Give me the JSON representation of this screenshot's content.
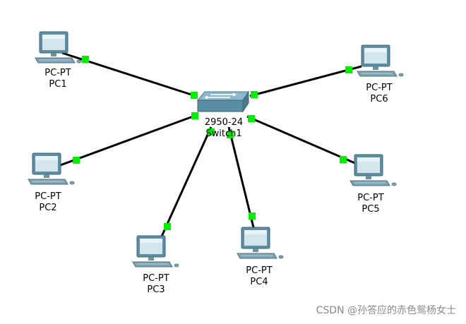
{
  "devices": [
    {
      "model": "PC-PT",
      "name": "PC1"
    },
    {
      "model": "PC-PT",
      "name": "PC2"
    },
    {
      "model": "PC-PT",
      "name": "PC3"
    },
    {
      "model": "PC-PT",
      "name": "PC4"
    },
    {
      "model": "PC-PT",
      "name": "PC5"
    },
    {
      "model": "PC-PT",
      "name": "PC6"
    },
    {
      "model": "2950-24",
      "name": "Switch1"
    }
  ],
  "links": [
    {
      "from": "PC1",
      "to": "Switch1"
    },
    {
      "from": "PC2",
      "to": "Switch1"
    },
    {
      "from": "PC3",
      "to": "Switch1"
    },
    {
      "from": "PC4",
      "to": "Switch1"
    },
    {
      "from": "PC5",
      "to": "Switch1"
    },
    {
      "from": "PC6",
      "to": "Switch1"
    }
  ],
  "link_status_color": "#00ee00",
  "watermark": "CSDN @孙答应的赤色鸳杨女士"
}
